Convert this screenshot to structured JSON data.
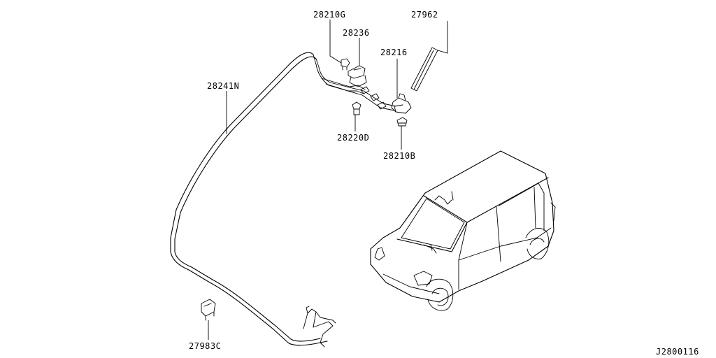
{
  "diagram": {
    "part_labels": {
      "p28210G": "28210G",
      "p28236": "28236",
      "p27962": "27962",
      "p28216": "28216",
      "p28241N": "28241N",
      "p28220D": "28220D",
      "p28210B": "28210B",
      "p27983C": "27983C"
    },
    "diagram_code": "J2800116"
  }
}
